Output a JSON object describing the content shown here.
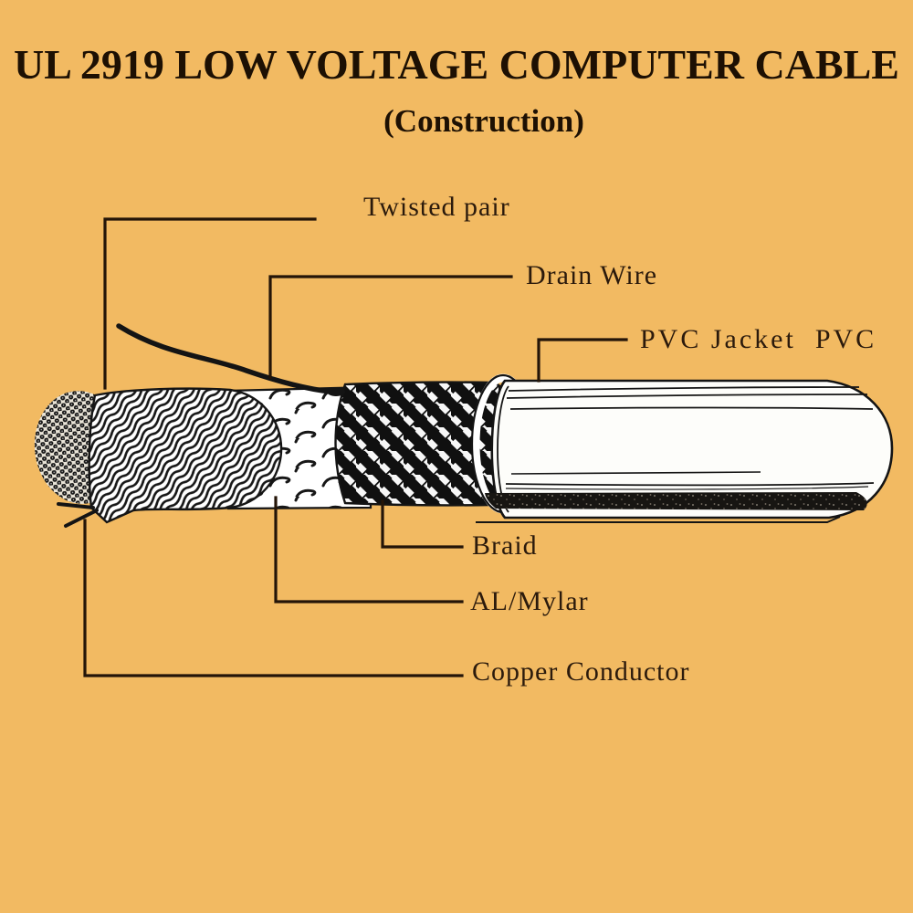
{
  "title": "UL 2919 LOW VOLTAGE COMPUTER CABLE",
  "subtitle": "(Construction)",
  "labels": {
    "twisted_pair": "Twisted pair",
    "drain_wire": "Drain Wire",
    "pvc_jacket": "PVC Jacket  PVC",
    "braid": "Braid",
    "al_mylar": "AL/Mylar",
    "copper_conductor": "Copper Conductor"
  },
  "colors": {
    "background": "#f2ba62",
    "ink": "#1d1003",
    "label_ink": "#2b1a0c",
    "leader_line": "#241508",
    "jacket_fill": "#fdfdfa",
    "band_dark": "#171512"
  },
  "diagram": {
    "type": "cable-construction-cutaway",
    "parts_left_to_right": [
      "copper-conductor-strands",
      "twisted-pair",
      "al-mylar-foil",
      "drain-wire",
      "braid-shield",
      "pvc-jacket"
    ]
  }
}
